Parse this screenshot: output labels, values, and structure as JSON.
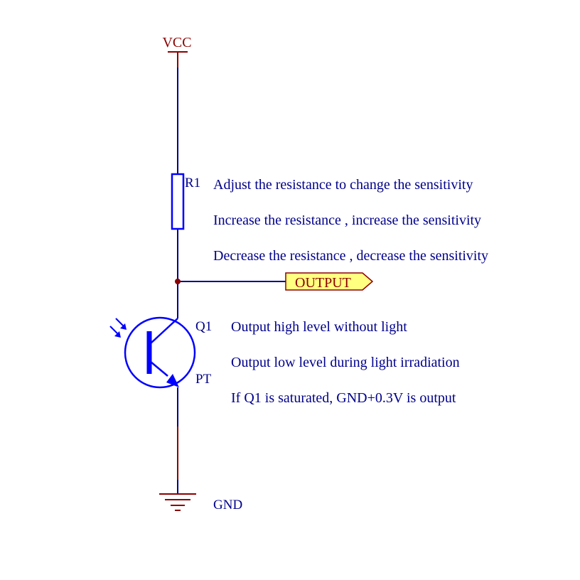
{
  "colors": {
    "wire": "#00008b",
    "power": "#8b0000",
    "component": "#0000ff",
    "junction": "#8b0000",
    "label_text": "#8b0000",
    "designator_text": "#00008b",
    "note_text": "#00008b",
    "port_fill": "#ffff80",
    "port_stroke": "#8b0000"
  },
  "power": {
    "vcc_label": "VCC",
    "gnd_label": "GND"
  },
  "resistor": {
    "designator": "R1",
    "notes": [
      "Adjust the resistance to change the sensitivity",
      "Increase the resistance , increase the sensitivity",
      "Decrease the resistance , decrease the sensitivity"
    ]
  },
  "output_port": {
    "label": "OUTPUT"
  },
  "phototransistor": {
    "designator": "Q1",
    "type_label": "PT",
    "notes": [
      "Output high level without light",
      "Output low level during light irradiation",
      "If Q1 is saturated, GND+0.3V is output"
    ]
  }
}
